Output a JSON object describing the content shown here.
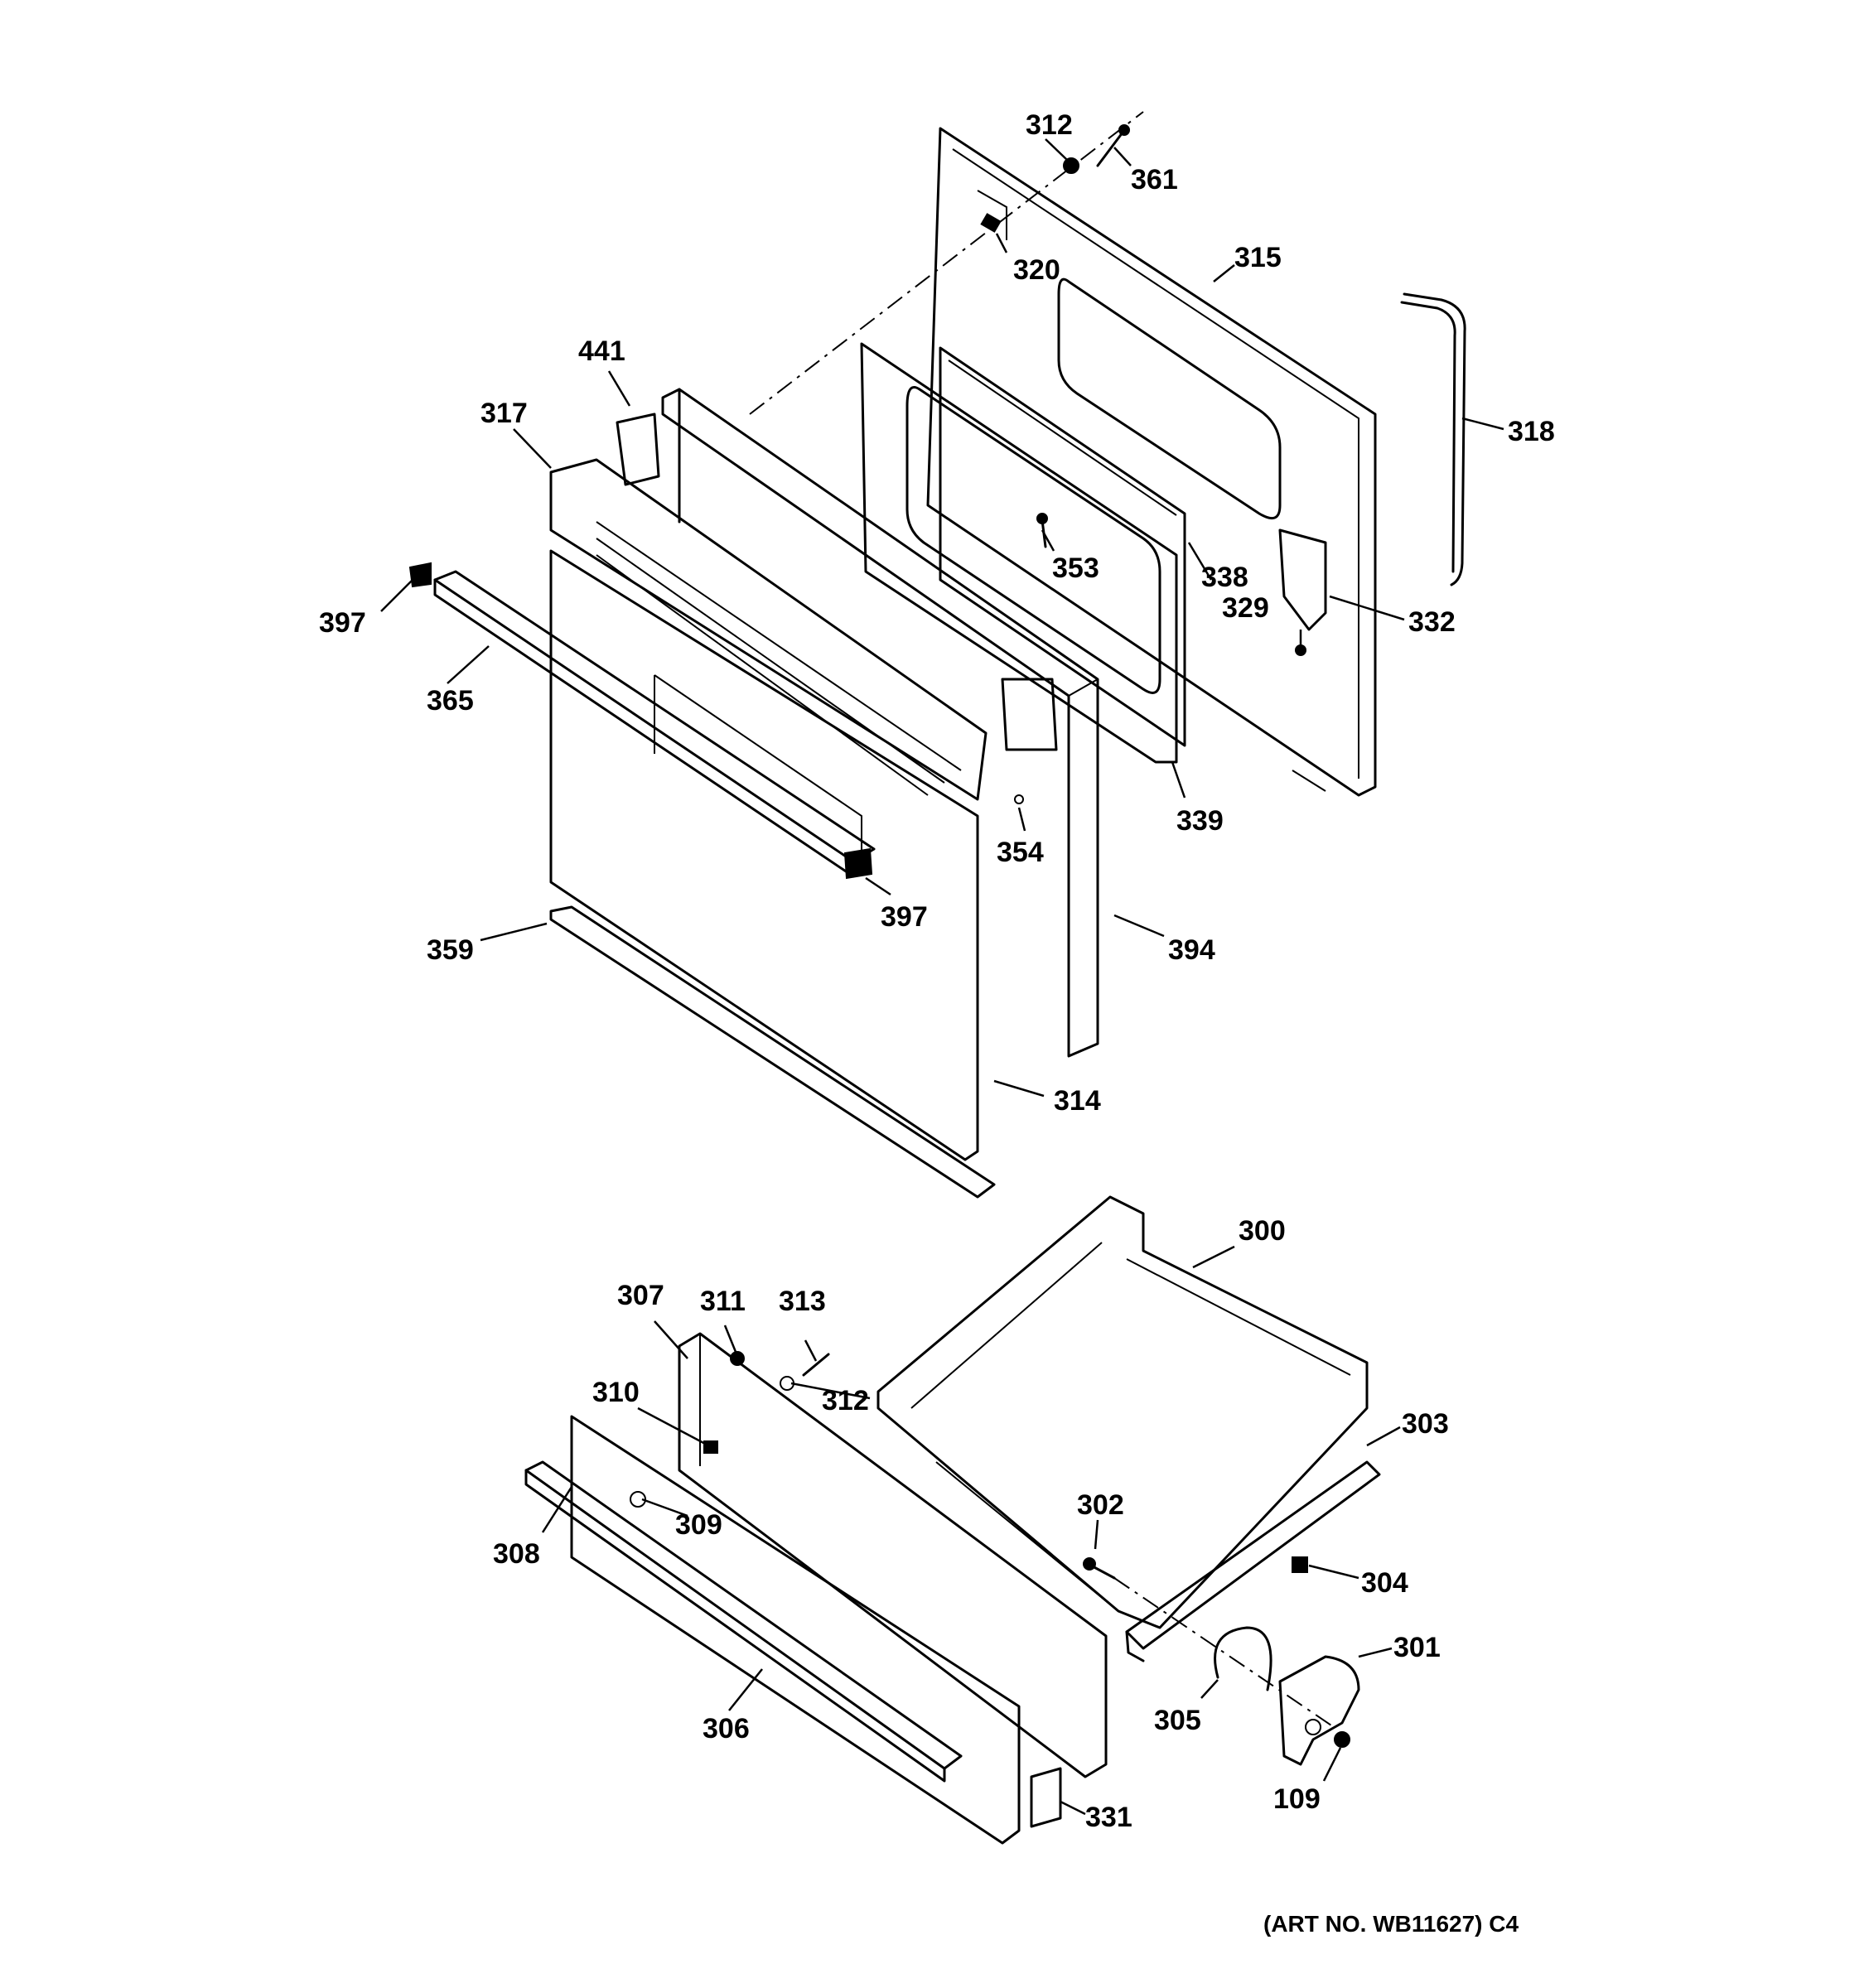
{
  "diagram": {
    "art_number": "(ART NO. WB11627) C4",
    "callouts": [
      "312",
      "361",
      "320",
      "315",
      "318",
      "441",
      "317",
      "353",
      "338",
      "329",
      "332",
      "397",
      "365",
      "354",
      "339",
      "397",
      "359",
      "394",
      "314",
      "300",
      "307",
      "311",
      "313",
      "312",
      "310",
      "303",
      "309",
      "302",
      "308",
      "304",
      "301",
      "305",
      "306",
      "109",
      "331"
    ]
  }
}
